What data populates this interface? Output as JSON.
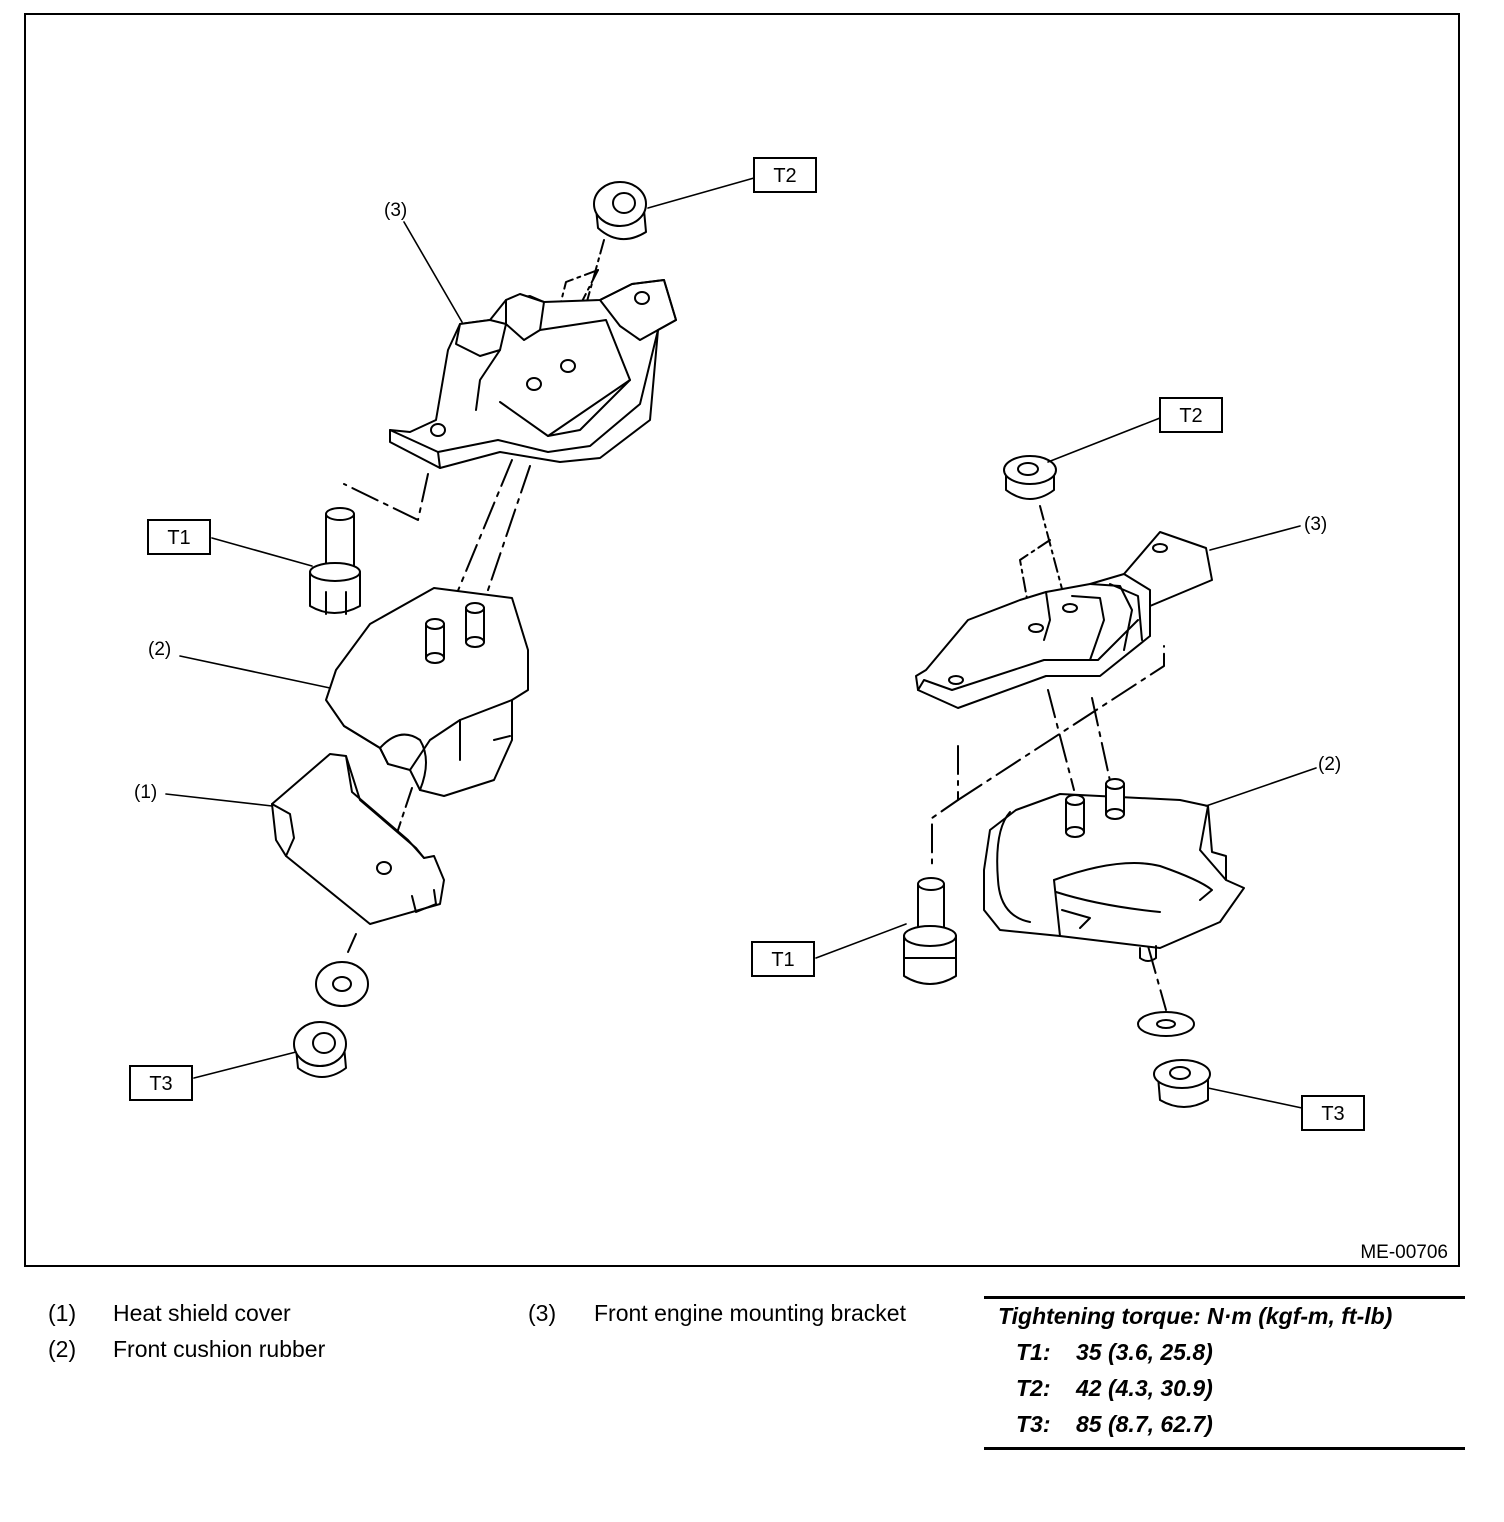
{
  "figure_code": "ME-00706",
  "callouts": {
    "bracket": "(3)",
    "cushion": "(2)",
    "heat_shield": "(1)",
    "t1": "T1",
    "t2": "T2",
    "t3": "T3"
  },
  "legend": [
    {
      "num": "(1)",
      "text": "Heat shield cover"
    },
    {
      "num": "(2)",
      "text": "Front cushion rubber"
    },
    {
      "num": "(3)",
      "text": "Front engine mounting bracket"
    }
  ],
  "torque": {
    "header": "Tightening torque: N·m (kgf-m, ft-lb)",
    "rows": [
      {
        "key": "T1:",
        "value": "35 (3.6, 25.8)"
      },
      {
        "key": "T2:",
        "value": "42 (4.3, 30.9)"
      },
      {
        "key": "T3:",
        "value": "85 (8.7, 62.7)"
      }
    ]
  }
}
